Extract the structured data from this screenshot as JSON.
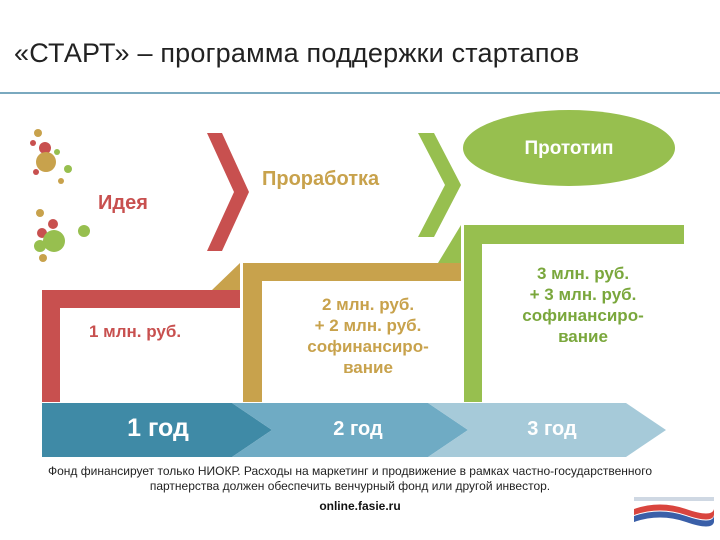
{
  "title": "«СТАРТ» – программа поддержки стартапов",
  "stages": {
    "idea": "Идея",
    "development": "Проработка",
    "prototype": "Прототип"
  },
  "funding": {
    "year1": "1 млн. руб.",
    "year2": [
      "2 млн. руб.",
      "+ 2 млн. руб.",
      "софинансиро-",
      "вание"
    ],
    "year3": [
      "3 млн. руб.",
      "+ 3 млн. руб.",
      "софинансиро-",
      "вание"
    ]
  },
  "timeline": [
    "1 год",
    "2 год",
    "3 год"
  ],
  "footnote": "Фонд финансирует только НИОКР. Расходы на маркетинг и продвижение в рамках частно-государственного партнерства должен обеспечить венчурный фонд или другой инвестор.",
  "url": "online.fasie.ru",
  "colors": {
    "red": "#c8504f",
    "gold": "#c8a24c",
    "green": "#97bf4f",
    "blue_dark": "#3f8aa6",
    "blue_mid": "#6fabc4",
    "blue_light": "#a6cad9"
  },
  "logo_icon": "fasie-logo-icon"
}
